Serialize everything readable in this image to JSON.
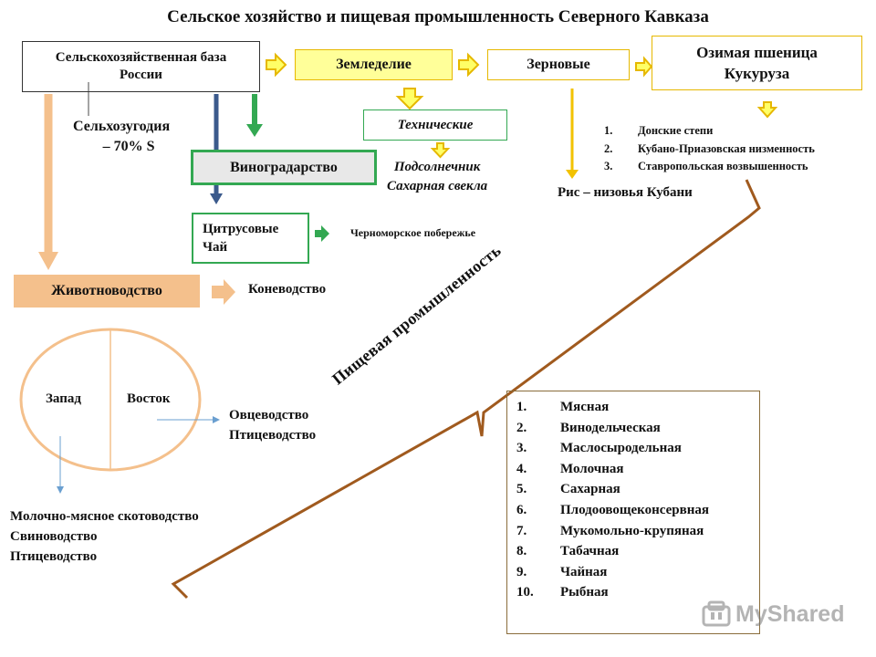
{
  "title": "Сельское хозяйство и пищевая промышленность Северного Кавказа",
  "base": {
    "line1": "Сельскохозяйственная база",
    "line2": "России"
  },
  "farmland": {
    "line1": "Сельхозугодия",
    "line2": "– 70% S"
  },
  "agriculture": "Земледелие",
  "grains": "Зерновые",
  "wheat_corn": {
    "line1": "Озимая пшеница",
    "line2": "Кукуруза"
  },
  "technical": "Технические",
  "technical_crops": {
    "line1": "Подсолнечник",
    "line2": "Сахарная свекла"
  },
  "viticulture": "Виноградарство",
  "citrus_tea": {
    "line1": "Цитрусовые",
    "line2": "Чай"
  },
  "black_sea_coast": "Черноморское побережье",
  "grain_regions": [
    {
      "n": "1.",
      "text": "Донские степи"
    },
    {
      "n": "2.",
      "text": "Кубано-Приазовская низменность"
    },
    {
      "n": "3.",
      "text": "Ставропольская возвышенность"
    }
  ],
  "rice": "Рис – низовья Кубани",
  "livestock": "Животноводство",
  "horse_breeding": "Коневодство",
  "west": "Запад",
  "east": "Восток",
  "east_branches": {
    "line1": "Овцеводство",
    "line2": "Птицеводство"
  },
  "west_branches": {
    "line1": "Молочно-мясное скотоводство",
    "line2": "Свиноводство",
    "line3": "Птицеводство"
  },
  "food_industry_label": "Пищевая промышленность",
  "food_industries": [
    {
      "n": "1.",
      "text": "Мясная"
    },
    {
      "n": "2.",
      "text": "Винодельческая"
    },
    {
      "n": "3.",
      "text": "Маслосыродельная"
    },
    {
      "n": "4.",
      "text": "Молочная"
    },
    {
      "n": "5.",
      "text": "Сахарная"
    },
    {
      "n": "6.",
      "text": "Плодоовощеконсервная"
    },
    {
      "n": "7.",
      "text": "Мукомольно-крупяная"
    },
    {
      "n": "8.",
      "text": "Табачная"
    },
    {
      "n": "9.",
      "text": "Чайная"
    },
    {
      "n": "10.",
      "text": "Рыбная"
    }
  ],
  "watermark": "MyShared",
  "colors": {
    "yellow_fill": "#ffff99",
    "yellow_arrow": "#ffff66",
    "yellow_border": "#e6b800",
    "green": "#33a852",
    "navy": "#3b5a8c",
    "peach": "#f4c08c",
    "brown": "#a05a1e",
    "tan_border": "#8a6d3b"
  }
}
